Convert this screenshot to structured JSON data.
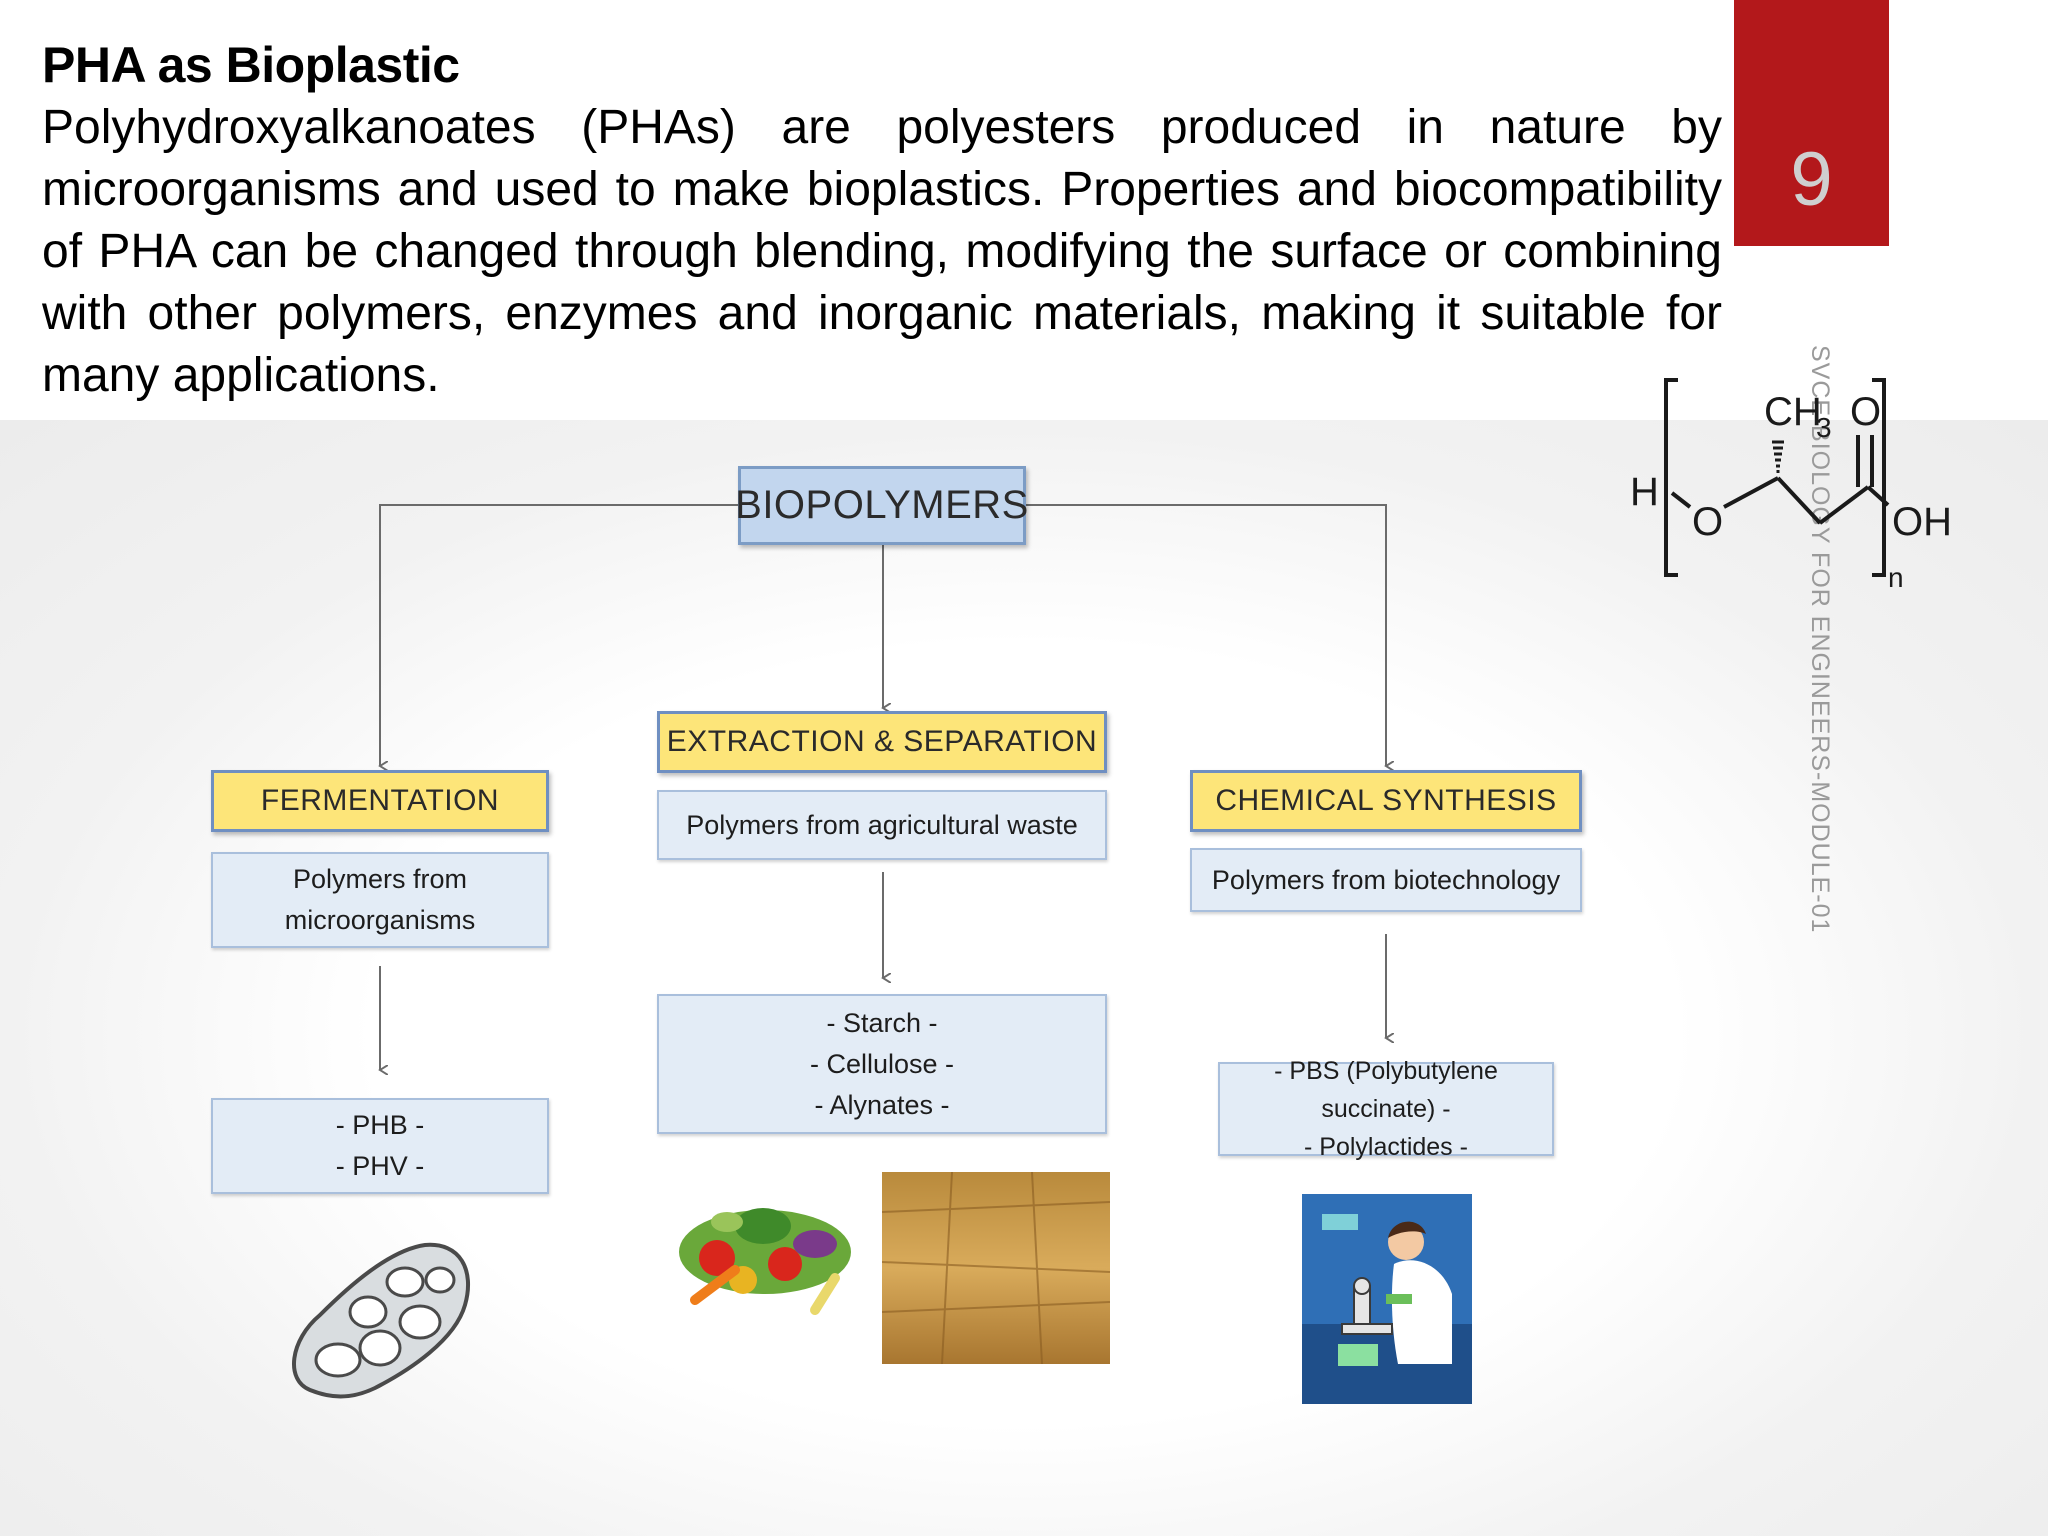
{
  "slide": {
    "title": "PHA as Bioplastic",
    "body": "Polyhydroxyalkanoates (PHAs) are polyesters produced in nature by microorganisms and used to make bioplastics. Properties and biocompatibility of PHA can be changed through blending, modifying the surface or combining with other polymers, enzymes and inorganic materials, making it suitable for many applications.",
    "page_number": "9",
    "side_label": "SVCE BIOLOGY FOR ENGINEERS-MODULE-01",
    "accent_color": "#b3181b"
  },
  "chemical_structure": {
    "h": "H",
    "o_ring": "O",
    "ch": "CH",
    "ch_sub": "3",
    "o_carbonyl": "O",
    "oh": "OH",
    "n": "n"
  },
  "diagram": {
    "root": "BIOPOLYMERS",
    "branches": [
      {
        "method": "FERMENTATION",
        "source_lines": [
          "Polymers from",
          "microorganisms"
        ],
        "product_lines": [
          "- PHB -",
          "- PHV -"
        ],
        "image": "microorganism-cell-icon"
      },
      {
        "method": "EXTRACTION & SEPARATION",
        "source_lines": [
          "Polymers from agricultural waste"
        ],
        "product_lines": [
          "- Starch -",
          "- Cellulose -",
          "- Alynates -"
        ],
        "image": "vegetables-and-hay-bales"
      },
      {
        "method": "CHEMICAL SYNTHESIS",
        "source_lines": [
          "Polymers from biotechnology"
        ],
        "product_lines": [
          "- PBS (Polybutylene succinate) -",
          "- Polylactides -"
        ],
        "image": "scientist-with-microscope"
      }
    ],
    "colors": {
      "root_fill": "#c2d6ee",
      "method_fill": "#fde579",
      "info_fill": "#e3ecf6",
      "connector": "#6b6b6b"
    }
  }
}
